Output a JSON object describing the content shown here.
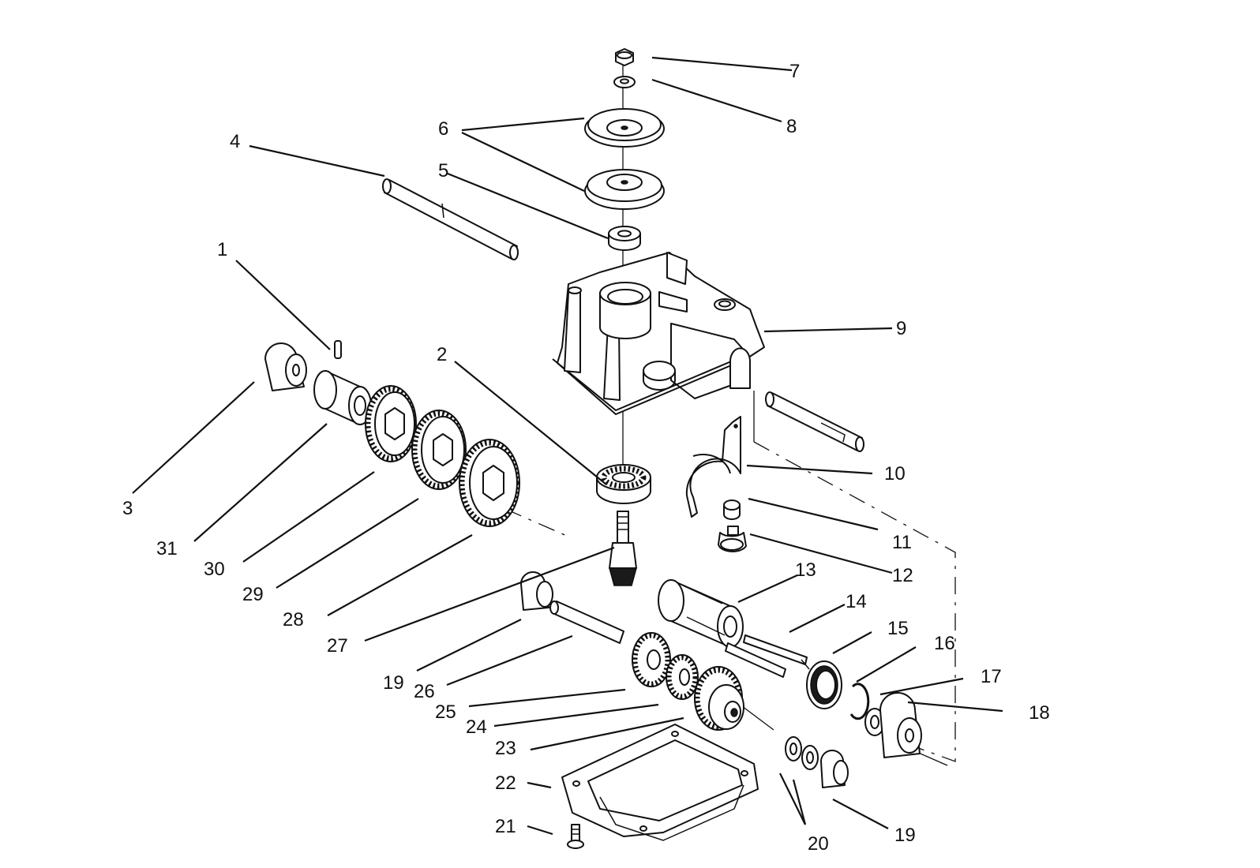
{
  "diagram": {
    "callouts": [
      {
        "id": "callout-1",
        "text": "1"
      },
      {
        "id": "callout-2",
        "text": "2"
      },
      {
        "id": "callout-3",
        "text": "3"
      },
      {
        "id": "callout-4",
        "text": "4"
      },
      {
        "id": "callout-5",
        "text": "5"
      },
      {
        "id": "callout-6",
        "text": "6"
      },
      {
        "id": "callout-7",
        "text": "7"
      },
      {
        "id": "callout-8",
        "text": "8"
      },
      {
        "id": "callout-9",
        "text": "9"
      },
      {
        "id": "callout-10",
        "text": "10"
      },
      {
        "id": "callout-11",
        "text": "11"
      },
      {
        "id": "callout-12",
        "text": "12"
      },
      {
        "id": "callout-13",
        "text": "13"
      },
      {
        "id": "callout-14",
        "text": "14"
      },
      {
        "id": "callout-15",
        "text": "15"
      },
      {
        "id": "callout-16",
        "text": "16"
      },
      {
        "id": "callout-17",
        "text": "17"
      },
      {
        "id": "callout-18",
        "text": "18"
      },
      {
        "id": "callout-19a",
        "text": "19"
      },
      {
        "id": "callout-19b",
        "text": "19"
      },
      {
        "id": "callout-20",
        "text": "20"
      },
      {
        "id": "callout-21",
        "text": "21"
      },
      {
        "id": "callout-22",
        "text": "22"
      },
      {
        "id": "callout-23",
        "text": "23"
      },
      {
        "id": "callout-24",
        "text": "24"
      },
      {
        "id": "callout-25",
        "text": "25"
      },
      {
        "id": "callout-26",
        "text": "26"
      },
      {
        "id": "callout-27",
        "text": "27"
      },
      {
        "id": "callout-28",
        "text": "28"
      },
      {
        "id": "callout-29",
        "text": "29"
      },
      {
        "id": "callout-30",
        "text": "30"
      },
      {
        "id": "callout-31",
        "text": "31"
      }
    ]
  }
}
